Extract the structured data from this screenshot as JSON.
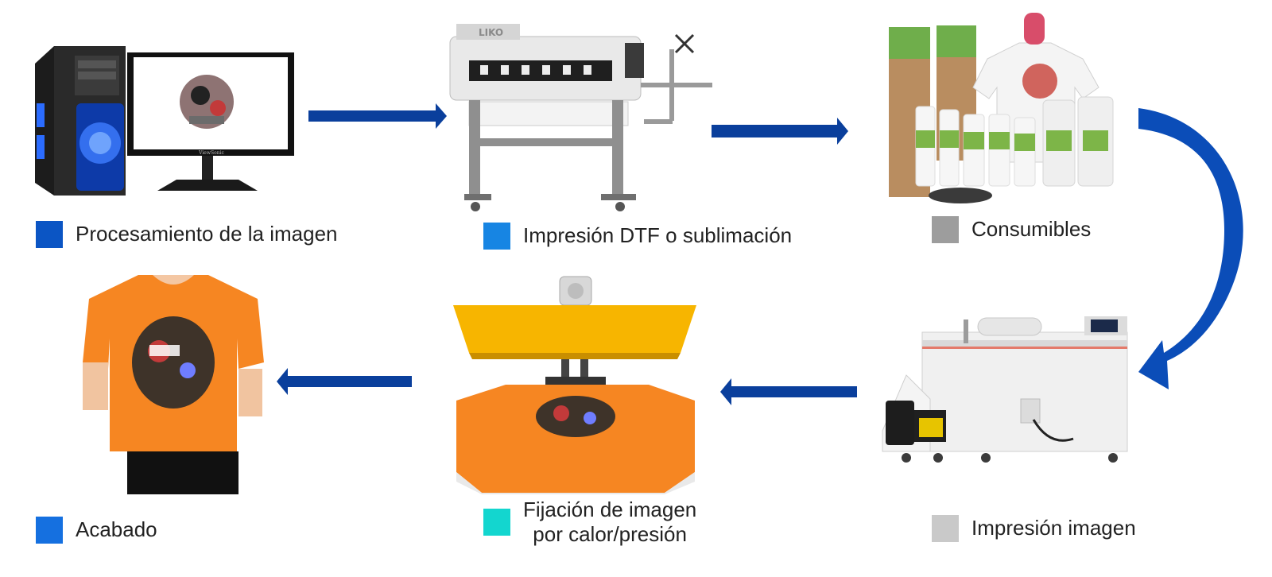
{
  "steps": [
    {
      "id": "procesamiento",
      "label": "Procesamiento de la imagen",
      "swatch": "#0b55c4"
    },
    {
      "id": "impresion-dtf",
      "label": "Impresión DTF o sublimación",
      "swatch": "#1785e3"
    },
    {
      "id": "consumibles",
      "label": "Consumibles",
      "swatch": "#9d9d9d"
    },
    {
      "id": "impresion-imagen",
      "label": "Impresión imagen",
      "swatch": "#c9c9c9"
    },
    {
      "id": "fijacion",
      "label": "Fijación de imagen\npor calor/presión",
      "swatch": "#13d6cf"
    },
    {
      "id": "acabado",
      "label": "Acabado",
      "swatch": "#1570e0"
    }
  ],
  "printer_brand": "LIKO",
  "monitor_brand": "ViewSonic",
  "colors": {
    "arrow": "#0a3f9c",
    "accent_orange": "#f68622",
    "press_yellow": "#f7b500"
  },
  "icons": [
    "computer-icon",
    "dtf-printer-icon",
    "consumables-icon",
    "powder-shaker-icon",
    "heat-press-icon",
    "tshirt-icon"
  ]
}
